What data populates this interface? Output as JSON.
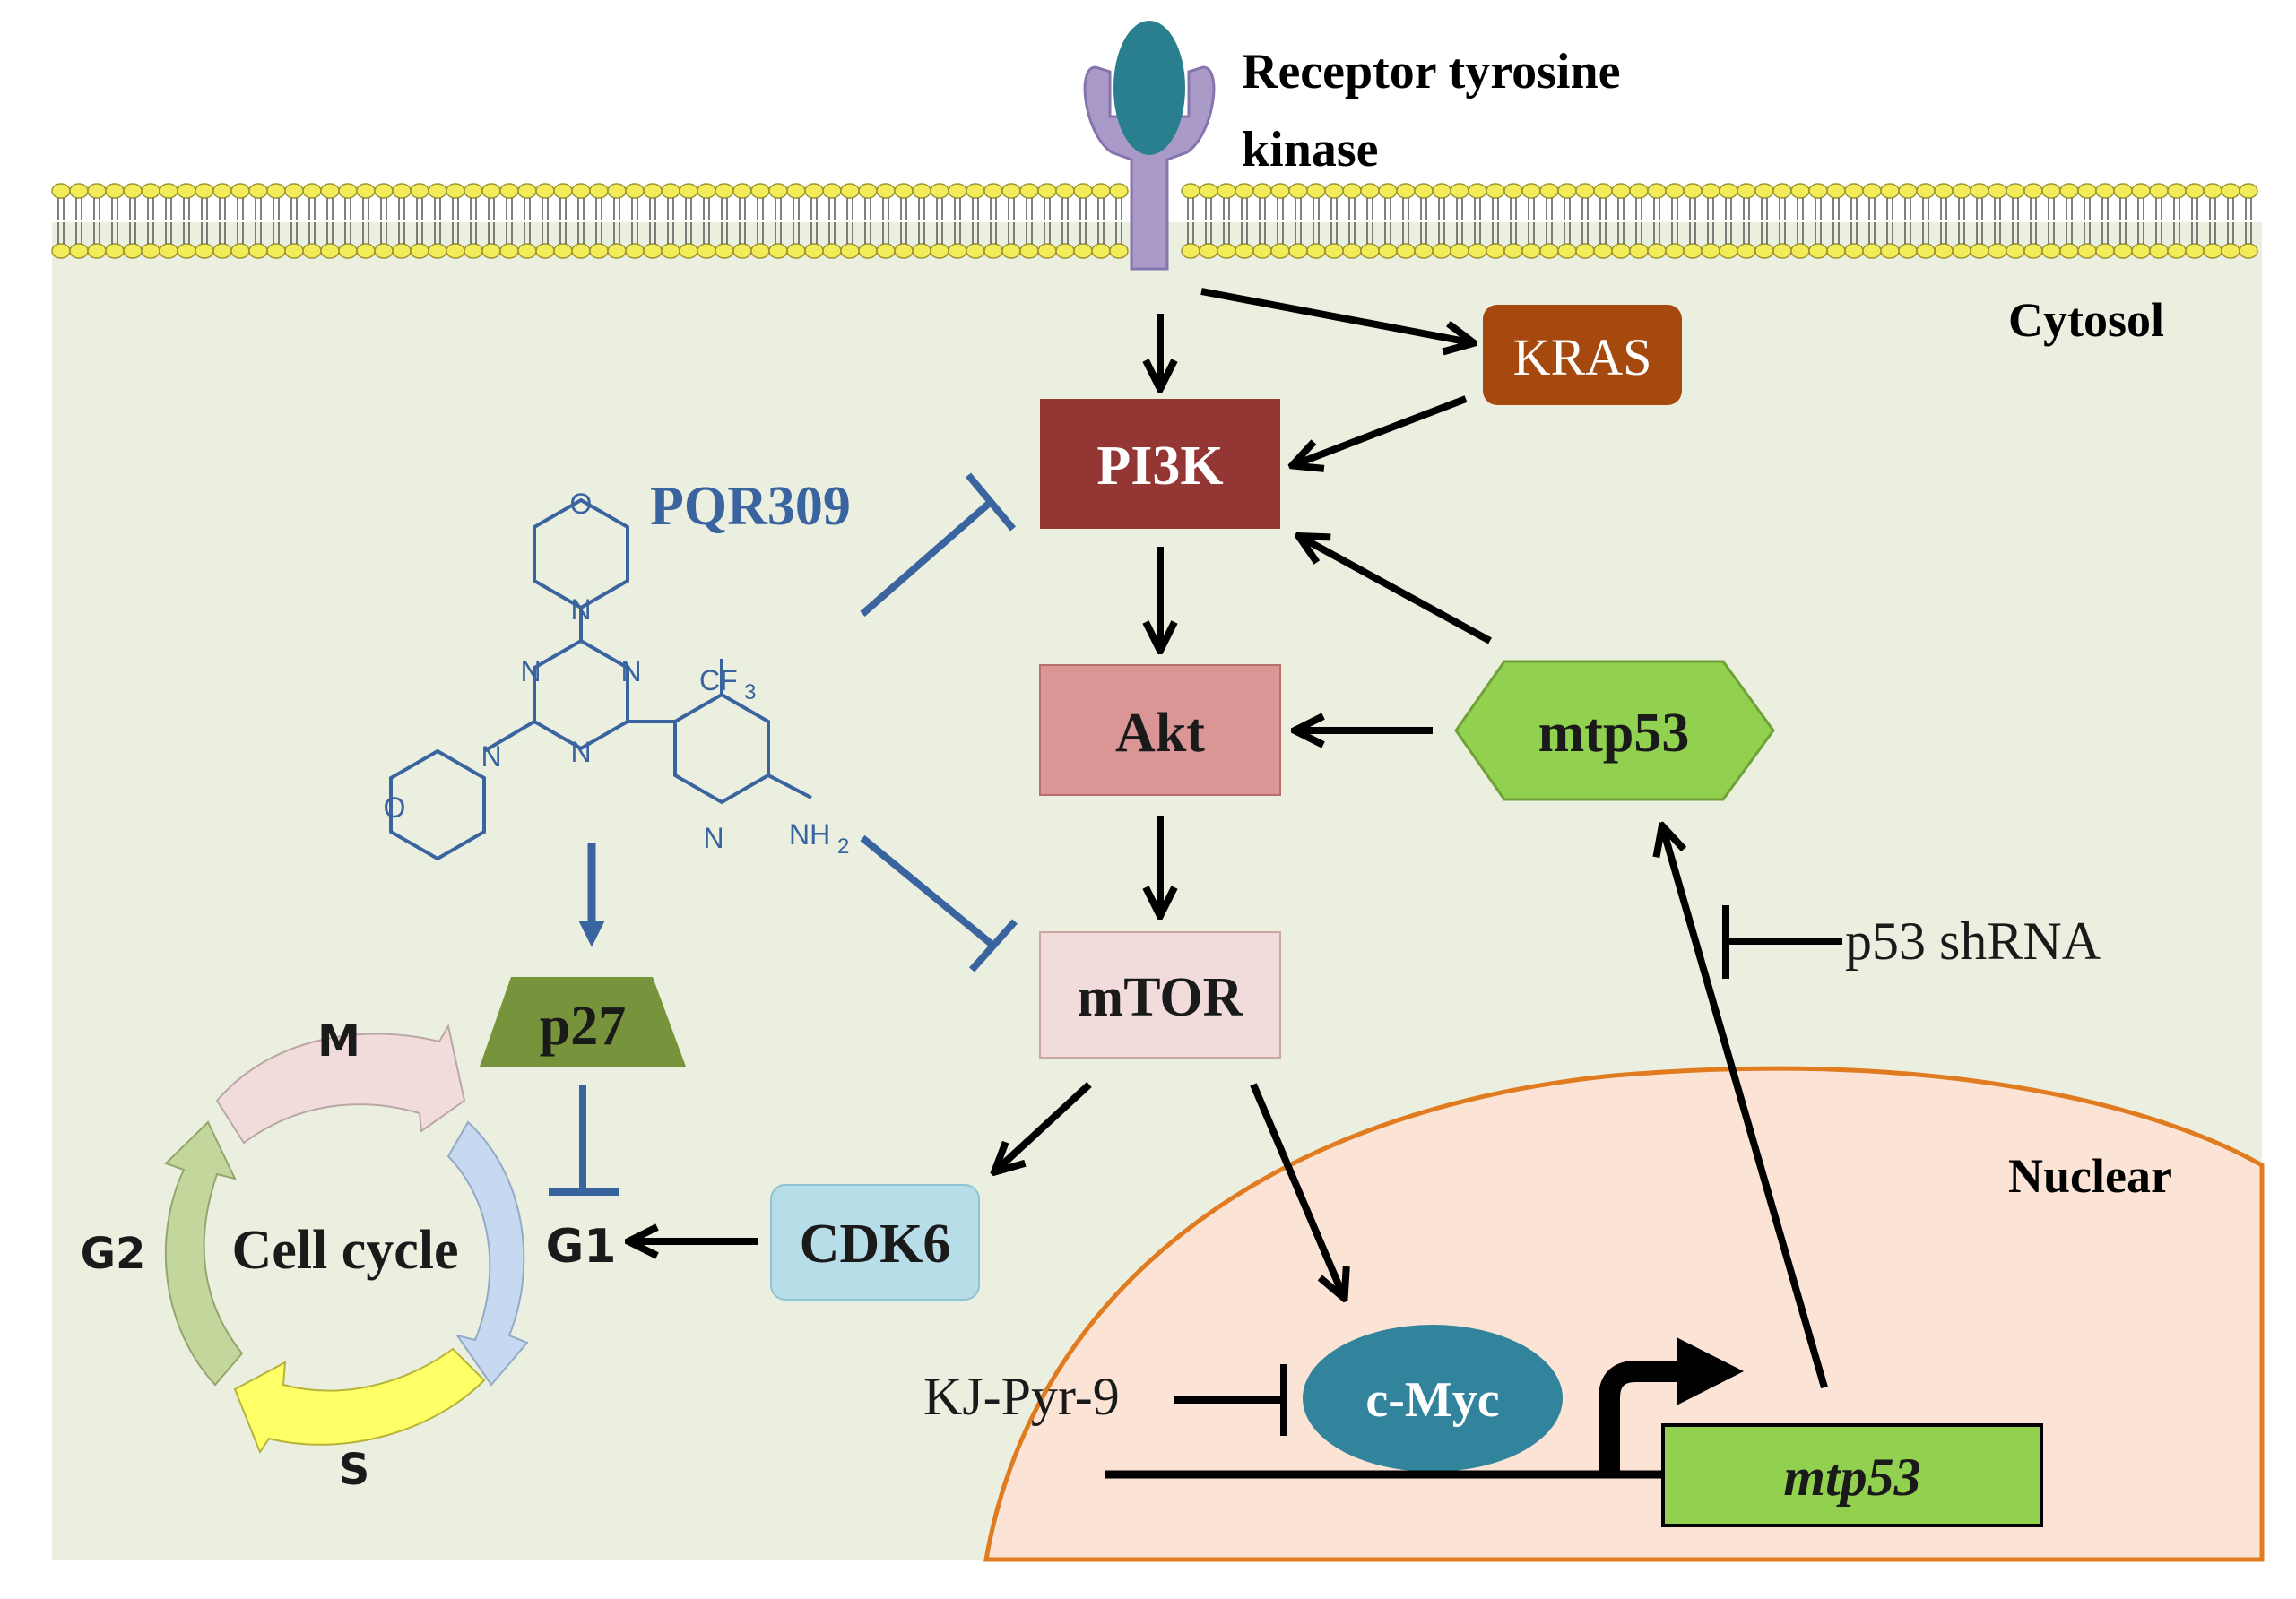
{
  "labels": {
    "receptor": [
      "Receptor tyrosine",
      "kinase"
    ],
    "cytosol": "Cytosol",
    "nuclear": "Nuclear",
    "kras": "KRAS",
    "pi3k": "PI3K",
    "akt": "Akt",
    "mtor": "mTOR",
    "mtp53_protein": "mtp53",
    "mtp53_gene": "mtp53",
    "cdk6": "CDK6",
    "cmyc": "c-Myc",
    "p27": "p27",
    "g1": "G1",
    "drug": "PQR309",
    "p53_shrna": "p53 shRNA",
    "kj_pyr9": "KJ-Pyr-9",
    "cell_cycle": "Cell cycle",
    "phase_m": "M",
    "phase_s": "S",
    "phase_g2": "G2"
  },
  "chem_labels": {
    "o_top": "O",
    "n_top": "N",
    "n_left": "N",
    "n_right": "N",
    "n_bottom": "N",
    "n_left_ring": "N",
    "o_left": "O",
    "cf3": "CF",
    "cf3_sub": "3",
    "n_pyridine": "N",
    "nh2": "NH",
    "nh2_sub": "2"
  },
  "colors": {
    "cytosol_bg": "#ebefdf",
    "nucleus_bg": "#fbe4d6",
    "nucleus_border": "#e07b1f",
    "membrane_head": "#f3ec5a",
    "receptor_outer": "#a99ac8",
    "receptor_inner": "#2a7f8f",
    "kras": "#a6490f",
    "pi3k": "#943634",
    "akt": "#d99694",
    "mtor": "#f2dcdb",
    "mtp53": "#92d050",
    "cdk6": "#b7dde8",
    "cmyc": "#31849b",
    "p27": "#77933c",
    "drug_blue": "#3a64a0",
    "phase_m": "#f2dcdb",
    "phase_g1": "#c6d9f1",
    "phase_s": "#ffff66",
    "phase_g2": "#c3d69b"
  }
}
